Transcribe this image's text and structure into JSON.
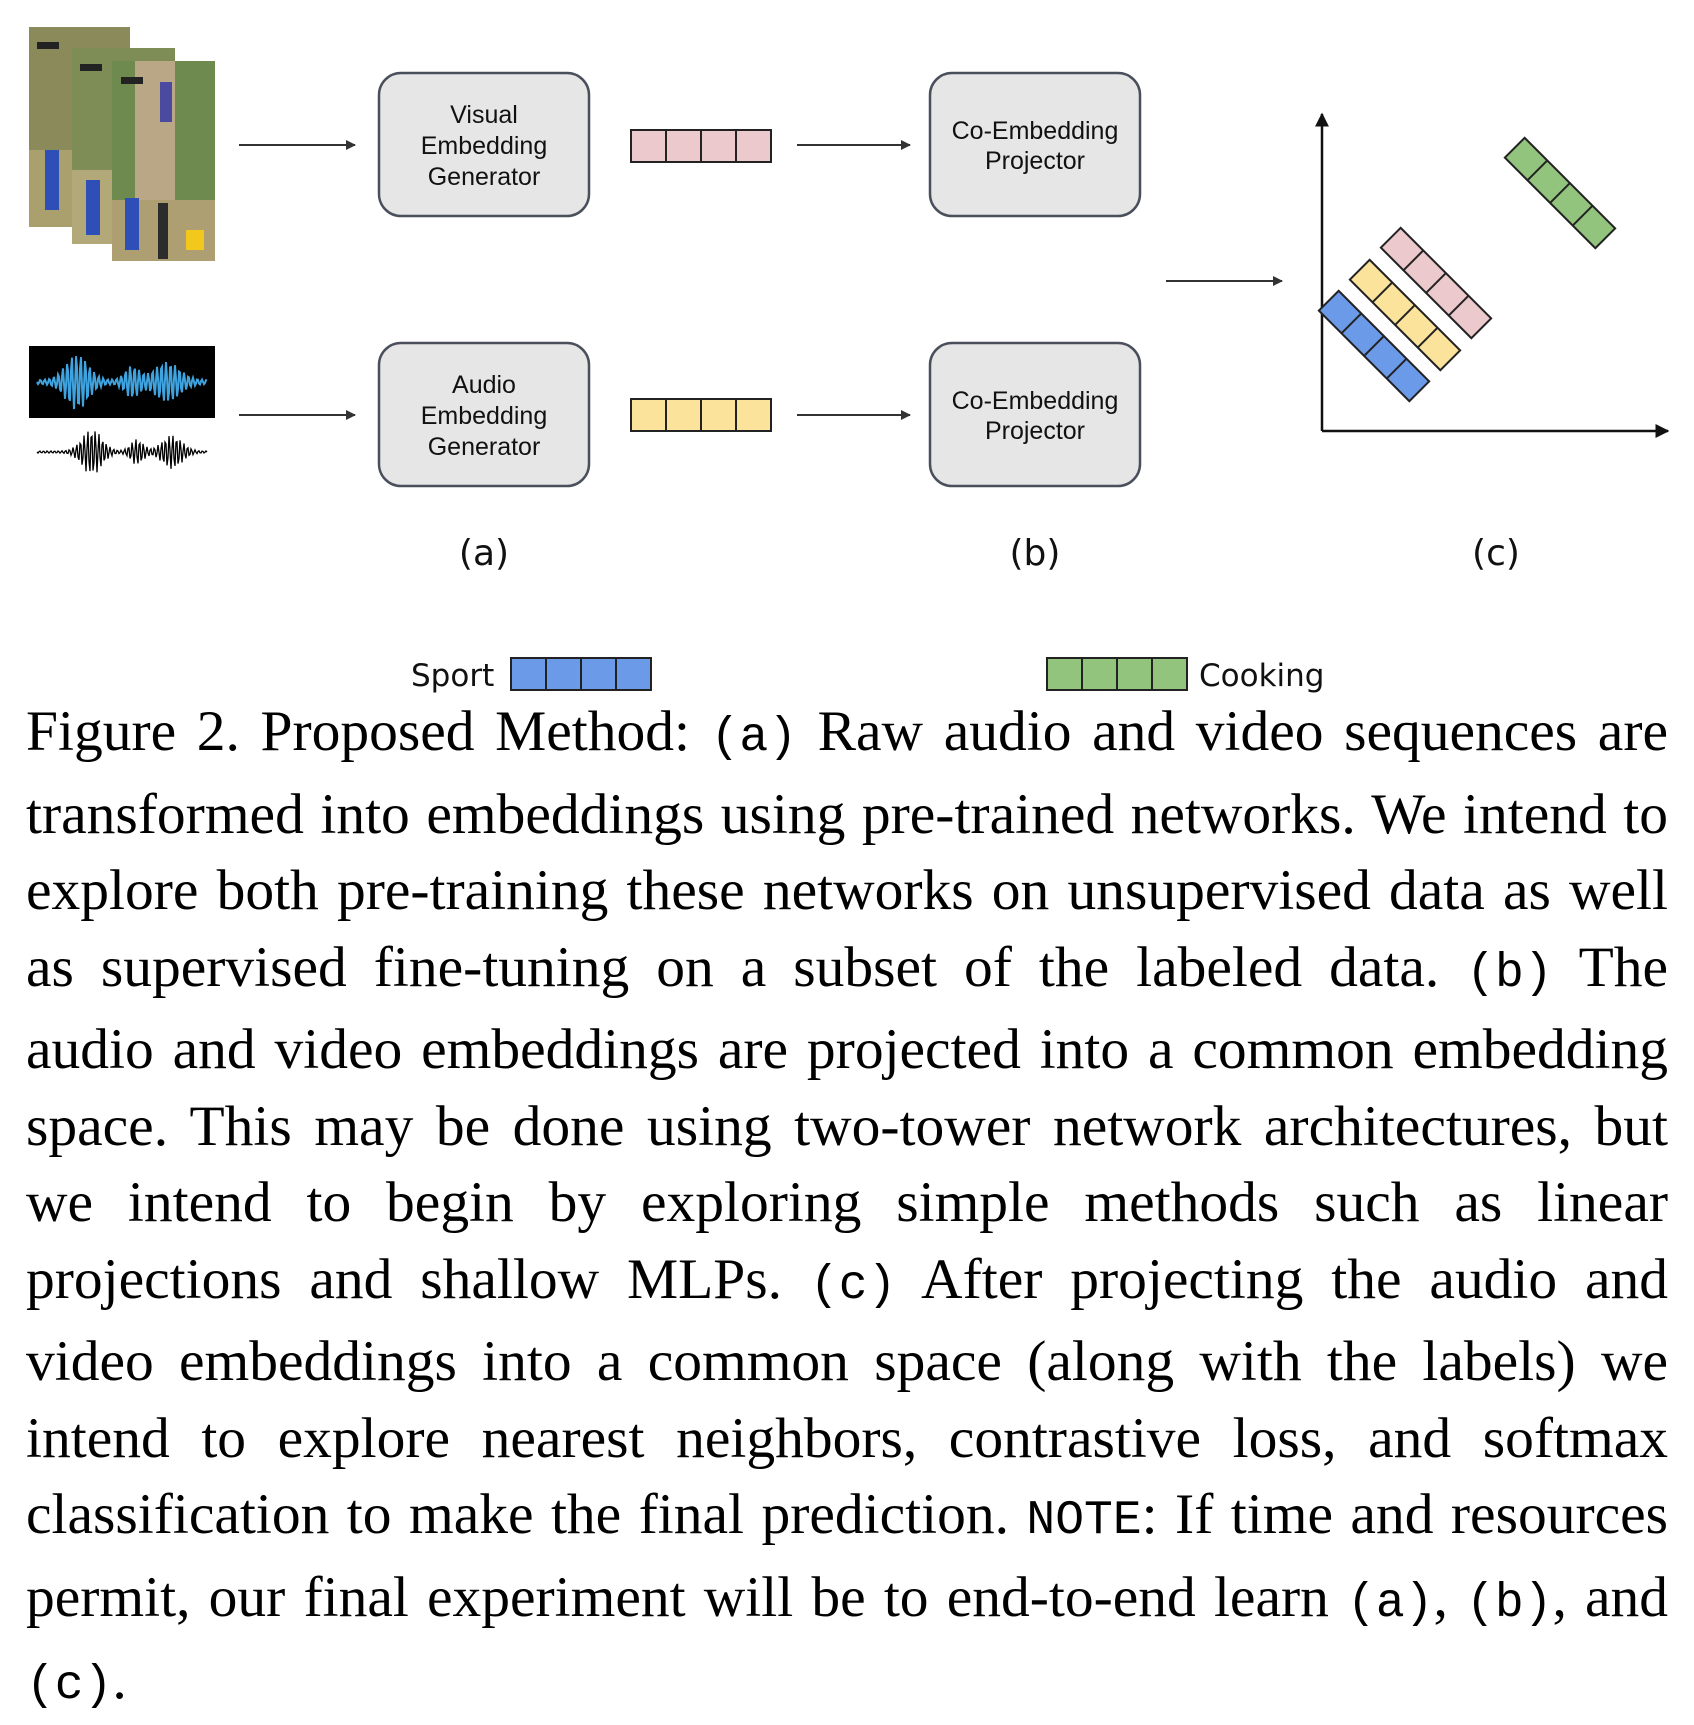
{
  "diagram": {
    "visual_box": [
      "Visual",
      "Embedding",
      "Generator"
    ],
    "audio_box": [
      "Audio",
      "Embedding",
      "Generator"
    ],
    "projector_box": [
      "Co-Embedding",
      "Projector"
    ],
    "panel_labels": [
      "(a)",
      "(b)",
      "(c)"
    ],
    "legend": [
      {
        "label": "Sport",
        "color": "#6b9be8"
      },
      {
        "label": "Cooking",
        "color": "#93c47d"
      }
    ],
    "colors": {
      "visual_embedding": "#ecc9cc",
      "audio_embedding": "#fbe39c",
      "sport": "#6b9be8",
      "cooking": "#93c47d",
      "box_fill": "#e6e6e6",
      "box_stroke": "#4a4f5c"
    },
    "icons": [
      "video-frames-icon",
      "spectrogram-icon",
      "waveform-icon"
    ]
  },
  "caption": {
    "prefix": "Figure 2. Proposed Method:",
    "marker_a": "(a)",
    "text_a": "Raw audio and video sequences are transformed into embeddings using pre-trained networks. We intend to explore both pre-training these networks on unsupervised data as well as supervised fine-tuning on a subset of the labeled data.",
    "marker_b": "(b)",
    "text_b": "The audio and video embeddings are projected into a common embedding space. This may be done using two-tower network architectures, but we intend to begin by exploring sim­ple methods such as linear projections and shallow MLPs.",
    "marker_c": "(c)",
    "text_c": "After projecting the audio and video embeddings into a common space (along with the labels) we intend to explore nearest neigh­bors, contrastive loss, and softmax classification to make the final prediction.",
    "note_marker": "NOTE",
    "text_note": ": If time and resources permit, our final experi­ment will be to end-to-end learn",
    "end_a": "(a)",
    "sep1": ",",
    "end_b": "(b)",
    "sep2": ", and",
    "end_c": "(c)",
    "end_period": "."
  }
}
